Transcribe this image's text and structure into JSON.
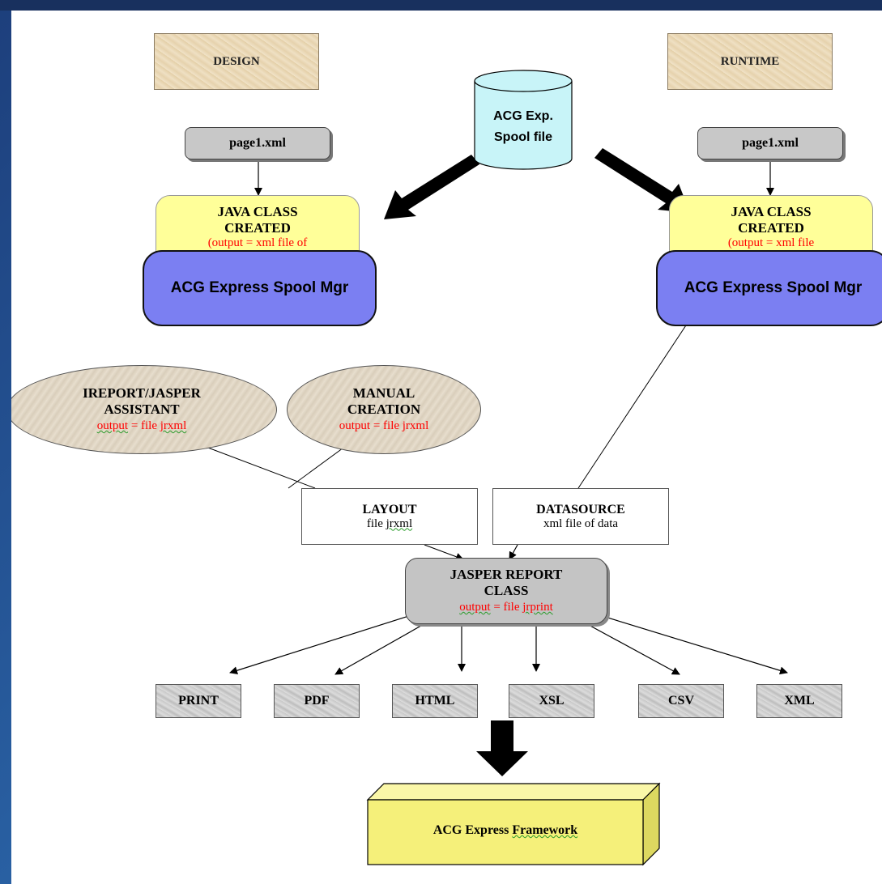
{
  "diagram": {
    "design_label": "DESIGN",
    "runtime_label": "RUNTIME",
    "spool_file": {
      "line1": "ACG Exp.",
      "line2": "Spool file"
    },
    "left_page": "page1.xml",
    "right_page": "page1.xml",
    "left_java": {
      "line1": "JAVA CLASS",
      "line2": "CREATED",
      "line3": "(output = xml file of"
    },
    "right_java": {
      "line1": "JAVA CLASS",
      "line2": "CREATED",
      "line3": "(output = xml file"
    },
    "left_spool_mgr": "ACG Express Spool Mgr",
    "right_spool_mgr": "ACG Express Spool Mgr",
    "ireport": {
      "line1": "IREPORT/JASPER",
      "line2": "ASSISTANT",
      "output_word": "output",
      "output_rest": " = file ",
      "output_file": "jrxml"
    },
    "manual": {
      "line1": "MANUAL",
      "line2": "CREATION",
      "output": "output = file jrxml"
    },
    "layout": {
      "title": "LAYOUT",
      "sub_prefix": "file ",
      "sub_file": "jrxml"
    },
    "datasource": {
      "title": "DATASOURCE",
      "sub": "xml file of data"
    },
    "jasper": {
      "line1": "JASPER REPORT",
      "line2": "CLASS",
      "output_word": "output",
      "output_rest": " = file ",
      "output_file": "jrprint"
    },
    "formats": [
      "PRINT",
      "PDF",
      "HTML",
      "XSL",
      "CSV",
      "XML"
    ],
    "framework": {
      "prefix": "ACG Express ",
      "word": "Framework"
    }
  },
  "colors": {
    "spool_mgr": "#7b7ff2",
    "yellow_box": "#ffff99",
    "cylinder": "#c8f4f8",
    "framework_box": "#f5f07a",
    "output_text": "#ff0000"
  }
}
